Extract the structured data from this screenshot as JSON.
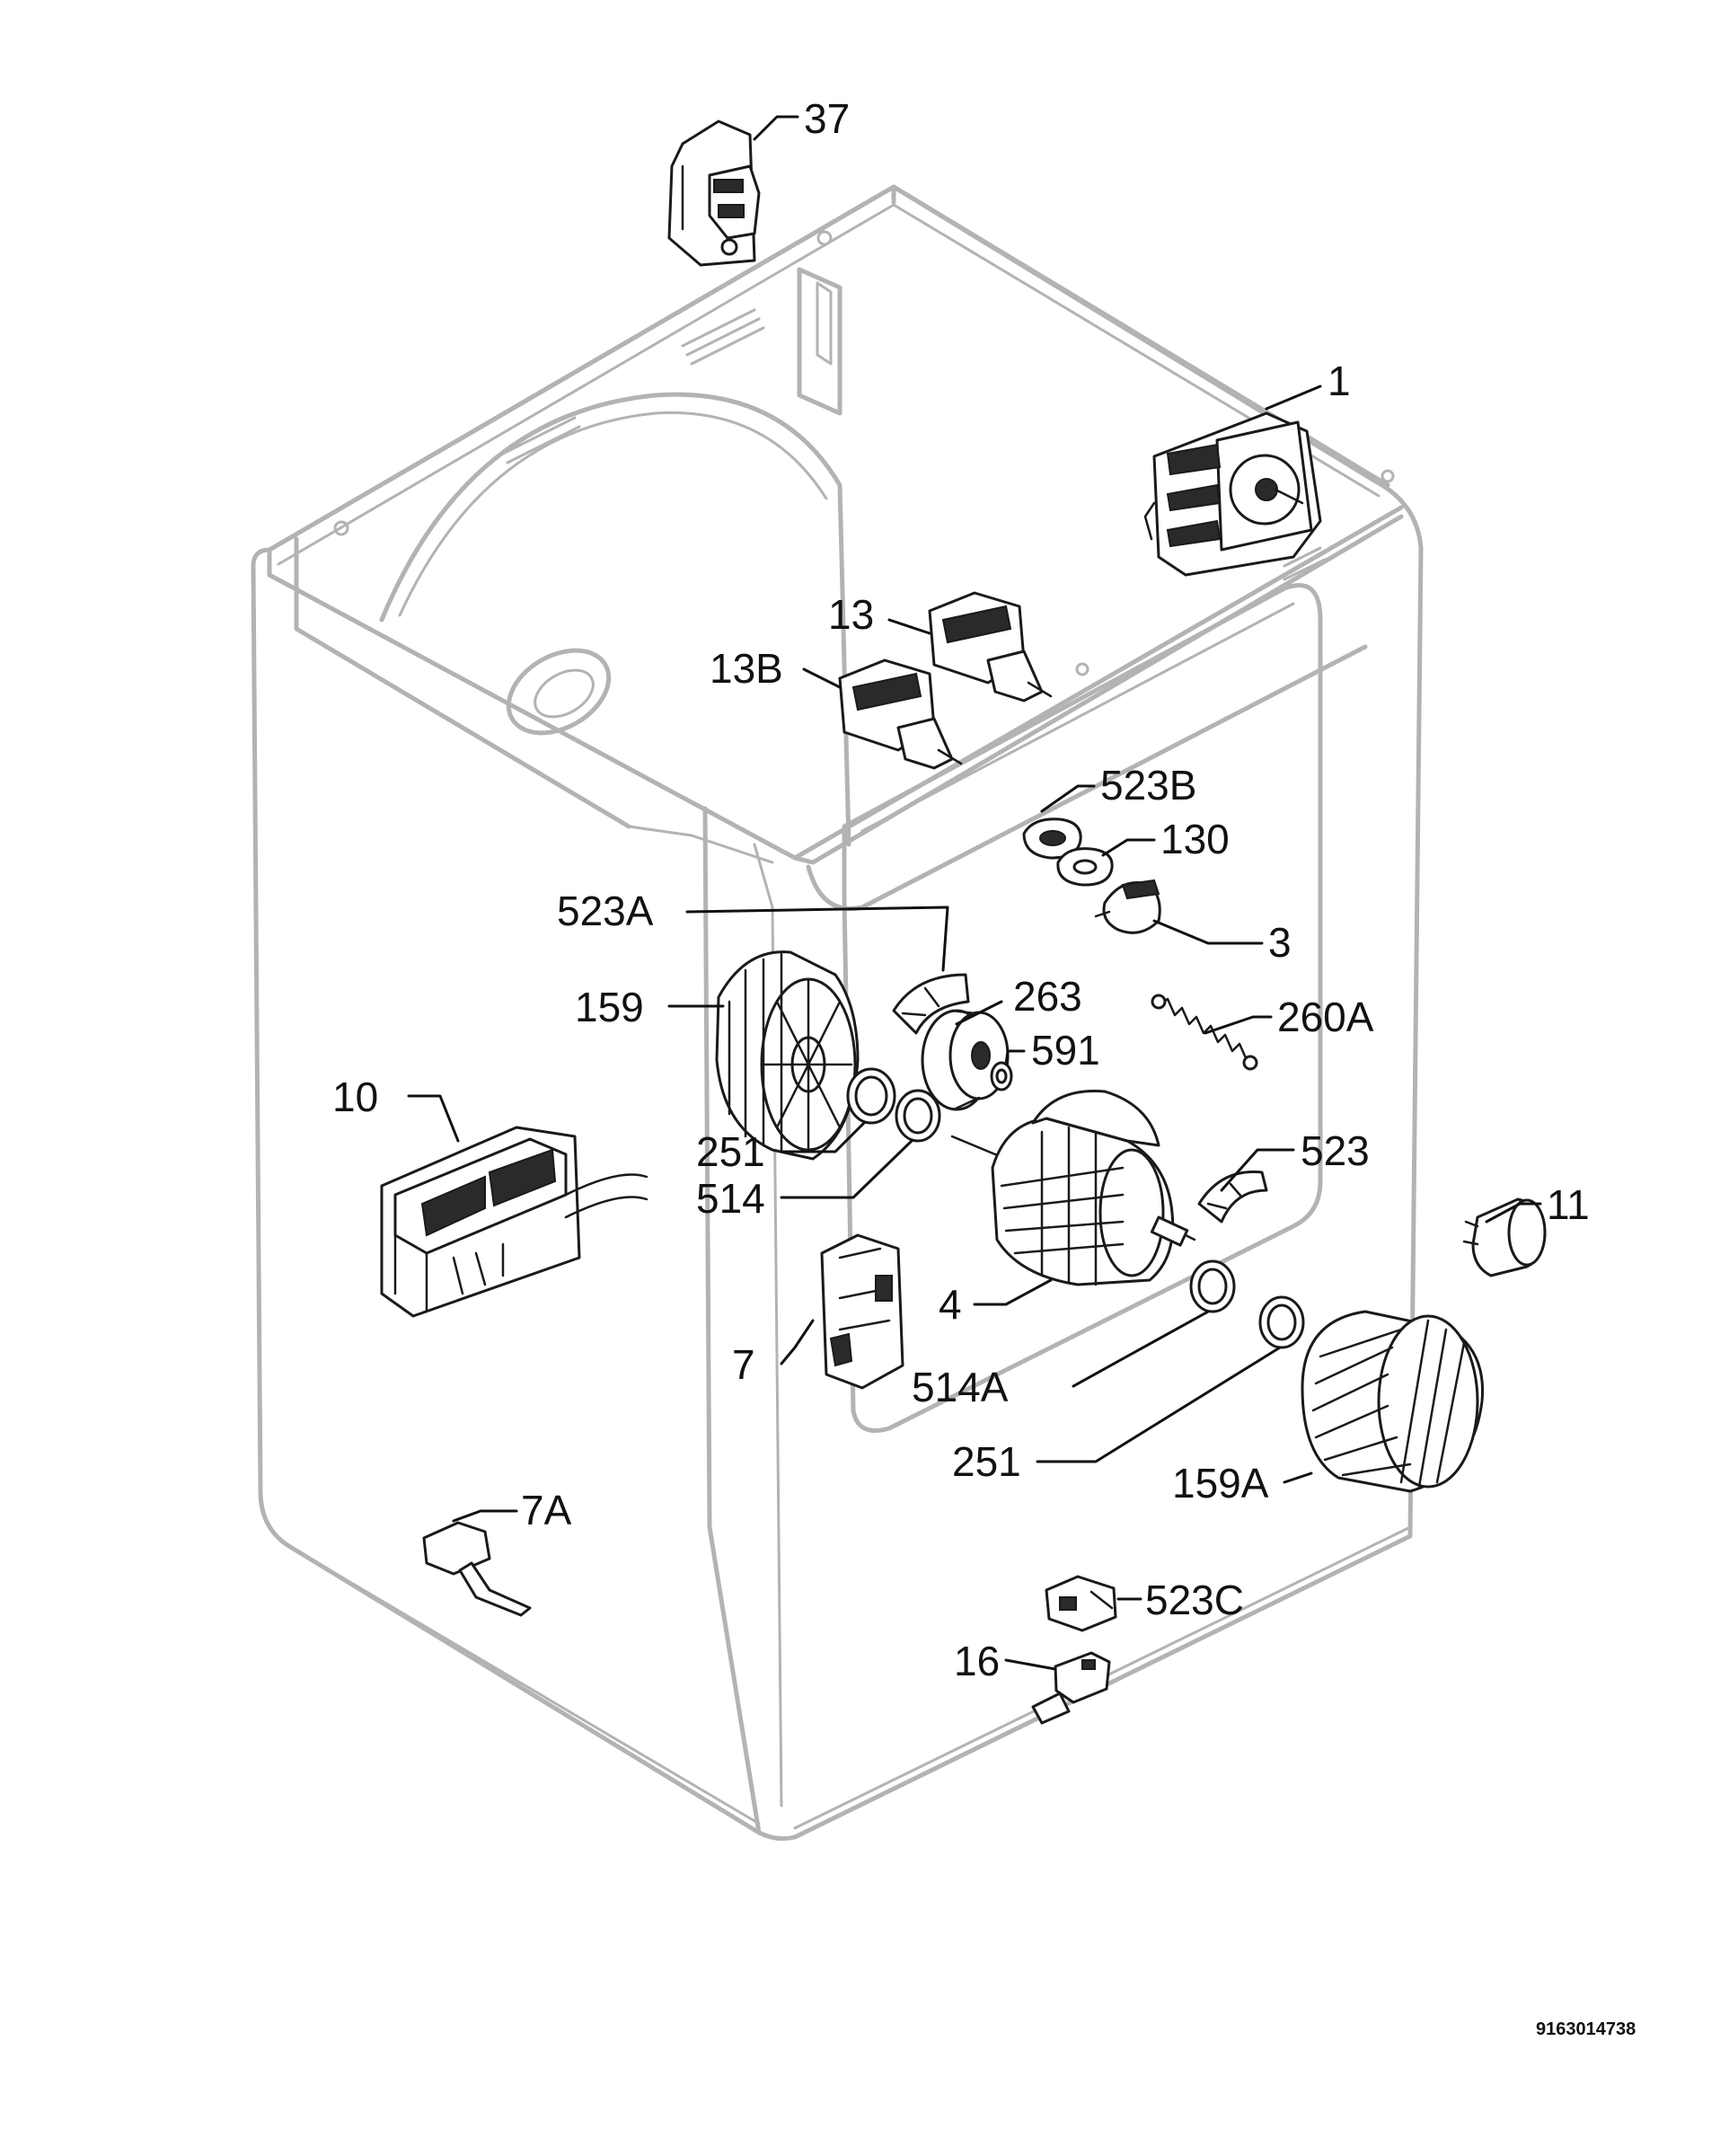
{
  "labels": {
    "p1": "1",
    "p3": "3",
    "p4": "4",
    "p7": "7",
    "p7a": "7A",
    "p10": "10",
    "p11": "11",
    "p13": "13",
    "p13b": "13B",
    "p16": "16",
    "p37": "37",
    "p130": "130",
    "p159": "159",
    "p159a": "159A",
    "p251_upper": "251",
    "p251_lower": "251",
    "p260a": "260A",
    "p263": "263",
    "p514": "514",
    "p514a": "514A",
    "p523": "523",
    "p523a": "523A",
    "p523b": "523B",
    "p523c": "523C",
    "p591": "591"
  },
  "diagram_code": "9163014738",
  "colors": {
    "cabinet_outline": "#b3b3b3",
    "part_outline": "#1a1a1a"
  }
}
